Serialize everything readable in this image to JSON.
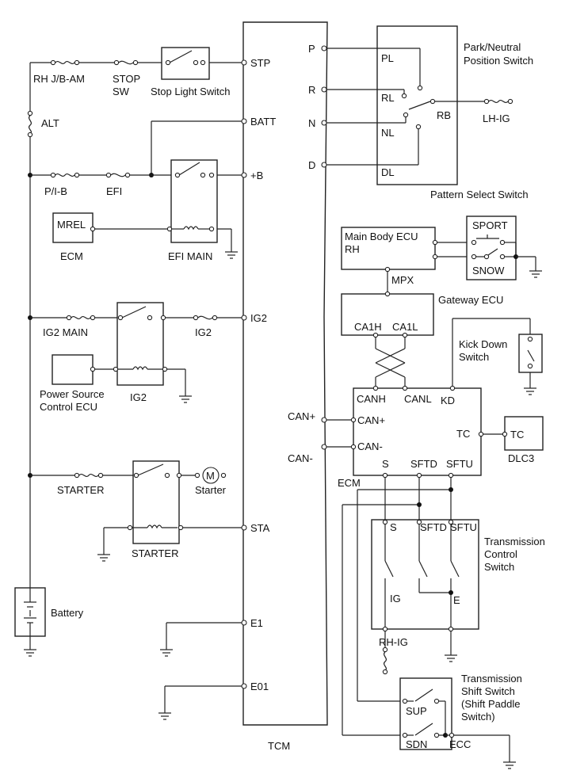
{
  "labels": {
    "rh_jb_am": "RH J/B-AM",
    "stop_sw_1": "STOP",
    "stop_sw_2": "SW",
    "stop_light_switch": "Stop Light Switch",
    "alt": "ALT",
    "p_i_b": "P/I-B",
    "efi": "EFI",
    "mrel": "MREL",
    "ecm_left": "ECM",
    "efi_main": "EFI MAIN",
    "ig2_main": "IG2 MAIN",
    "ig2_fuse": "IG2",
    "ig2_relay": "IG2",
    "psc_ecu_1": "Power Source",
    "psc_ecu_2": "Control ECU",
    "starter_fuse": "STARTER",
    "starter_motor": "Starter",
    "motor_symbol": "M",
    "starter_relay": "STARTER",
    "battery": "Battery",
    "tcm": "TCM",
    "pnp_1": "Park/Neutral",
    "pnp_2": "Position Switch",
    "pss": "Pattern Select Switch",
    "lh_ig": "LH-IG",
    "mbecu_1": "Main Body ECU",
    "mbecu_2": "RH",
    "sport": "SPORT",
    "snow": "SNOW",
    "mpx": "MPX",
    "gateway": "Gateway ECU",
    "ca1h": "CA1H",
    "ca1l": "CA1L",
    "kick_1": "Kick Down",
    "kick_2": "Switch",
    "canh": "CANH",
    "canl": "CANL",
    "kd": "KD",
    "ecm_can_plus": "CAN+",
    "ecm_can_minus": "CAN-",
    "ecm_tc": "TC",
    "dlc3_tc": "TC",
    "dlc3": "DLC3",
    "ecm_s": "S",
    "ecm_sftd": "SFTD",
    "ecm_sftu": "SFTU",
    "ecm_right": "ECM",
    "tcs_s": "S",
    "tcs_sftd": "SFTD",
    "tcs_sftu": "SFTU",
    "tcs_1": "Transmission",
    "tcs_2": "Control",
    "tcs_3": "Switch",
    "tcs_ig": "IG",
    "tcs_e": "E",
    "rh_ig": "RH-IG",
    "tss_1": "Transmission",
    "tss_2": "Shift Switch",
    "tss_3": "(Shift Paddle",
    "tss_4": "Switch)",
    "sup": "SUP",
    "sdn": "SDN",
    "ecc": "ECC",
    "pl": "PL",
    "rl": "RL",
    "nl": "NL",
    "dl": "DL",
    "rb": "RB"
  },
  "tcm_terminals": {
    "stp": "STP",
    "batt": "BATT",
    "plus_b": "+B",
    "ig2": "IG2",
    "sta": "STA",
    "e1": "E1",
    "e01": "E01",
    "p": "P",
    "r": "R",
    "n": "N",
    "d": "D",
    "can_plus": "CAN+",
    "can_minus": "CAN-"
  }
}
